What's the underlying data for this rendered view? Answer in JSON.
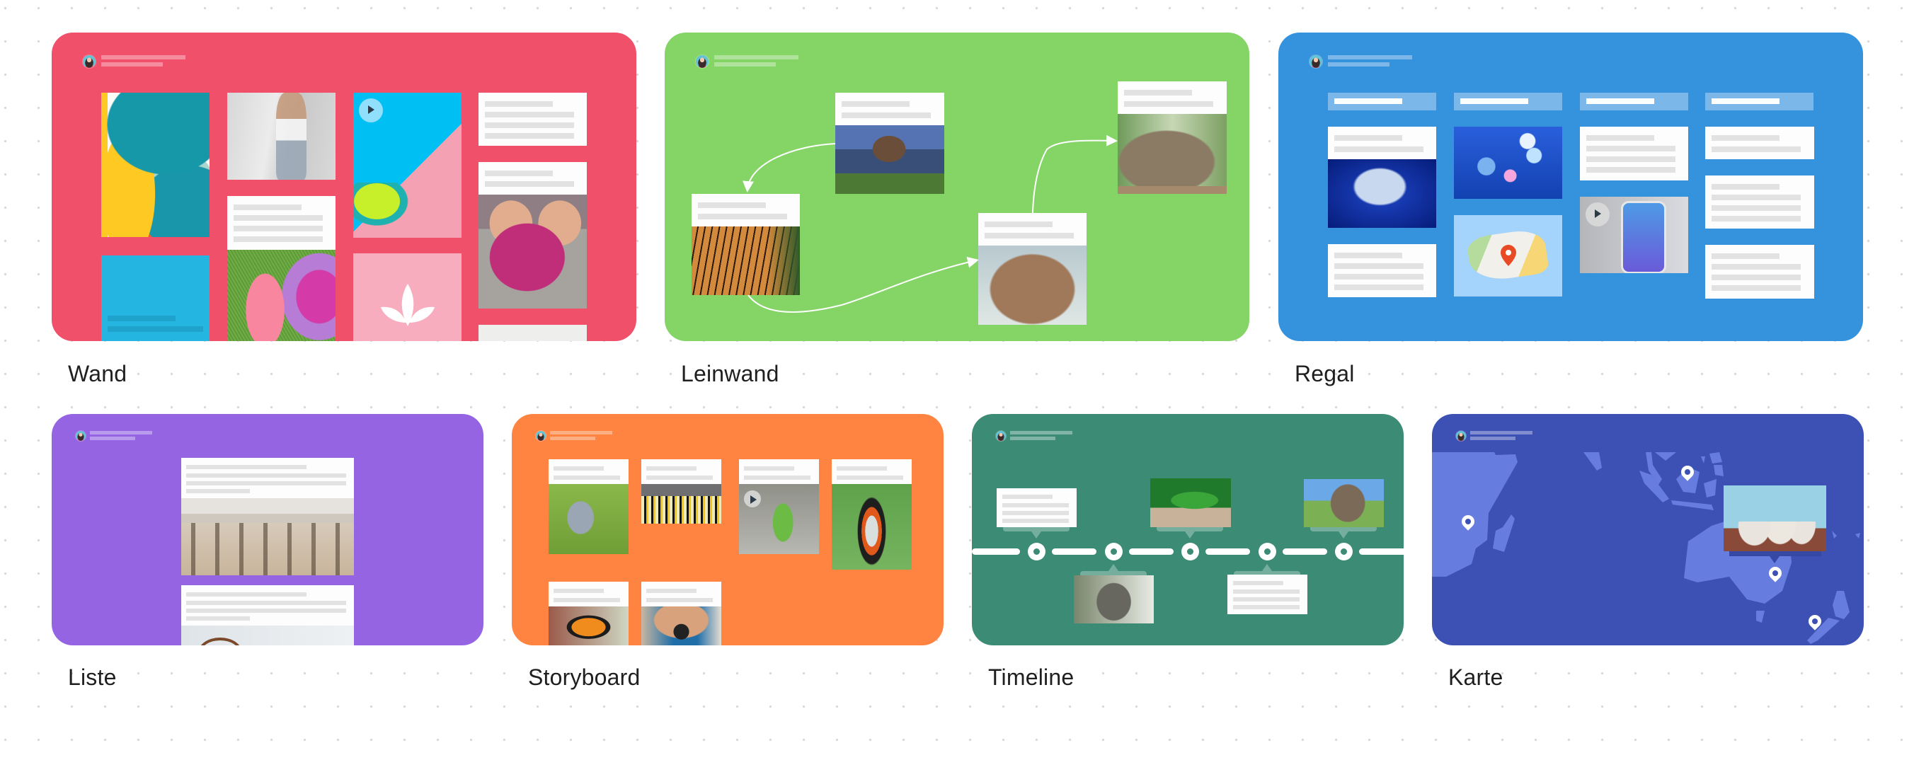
{
  "formats": [
    {
      "id": "wand",
      "label": "Wand",
      "color": "#F0506A"
    },
    {
      "id": "leinwand",
      "label": "Leinwand",
      "color": "#84D466"
    },
    {
      "id": "regal",
      "label": "Regal",
      "color": "#3592DD"
    },
    {
      "id": "liste",
      "label": "Liste",
      "color": "#9464E2"
    },
    {
      "id": "storyboard",
      "label": "Storyboard",
      "color": "#FF8442"
    },
    {
      "id": "timeline",
      "label": "Timeline",
      "color": "#3C8C75"
    },
    {
      "id": "karte",
      "label": "Karte",
      "color": "#3D51B5"
    }
  ],
  "icons": {
    "avatar": "avatar-icon",
    "play": "play-icon",
    "pin": "map-pin-icon",
    "arrow": "arrow-connector-icon",
    "leaf": "leaf-icon"
  }
}
